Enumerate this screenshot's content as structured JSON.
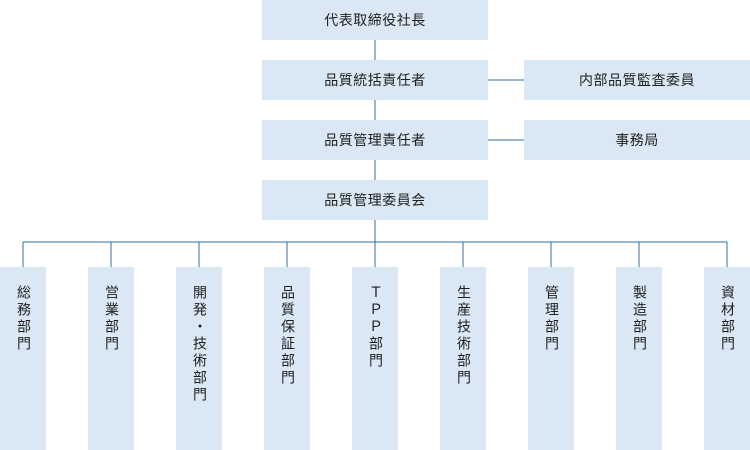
{
  "chart": {
    "top_levels": [
      {
        "id": "ceo",
        "label": "代表取締役社長"
      },
      {
        "id": "qa-general",
        "label": "品質統括責任者"
      },
      {
        "id": "qm-manager",
        "label": "品質管理責任者"
      },
      {
        "id": "qm-committee",
        "label": "品質管理委員会"
      }
    ],
    "side_boxes": [
      {
        "id": "internal-audit",
        "label": "内部品質監査委員",
        "attached_to": "qa-general"
      },
      {
        "id": "secretariat",
        "label": "事務局",
        "attached_to": "qm-manager"
      }
    ],
    "departments": [
      {
        "label": "総務部門"
      },
      {
        "label": "営業部門"
      },
      {
        "label": "開発・技術部門"
      },
      {
        "label": "品質保証部門"
      },
      {
        "label": "ＴＰＰ部門"
      },
      {
        "label": "生産技術部門"
      },
      {
        "label": "管理部門"
      },
      {
        "label": "製造部門"
      },
      {
        "label": "資材部門"
      }
    ]
  },
  "colors": {
    "box_fill": "#dae7f4",
    "connector": "#2e6f9e",
    "text": "#1e1e1e"
  }
}
